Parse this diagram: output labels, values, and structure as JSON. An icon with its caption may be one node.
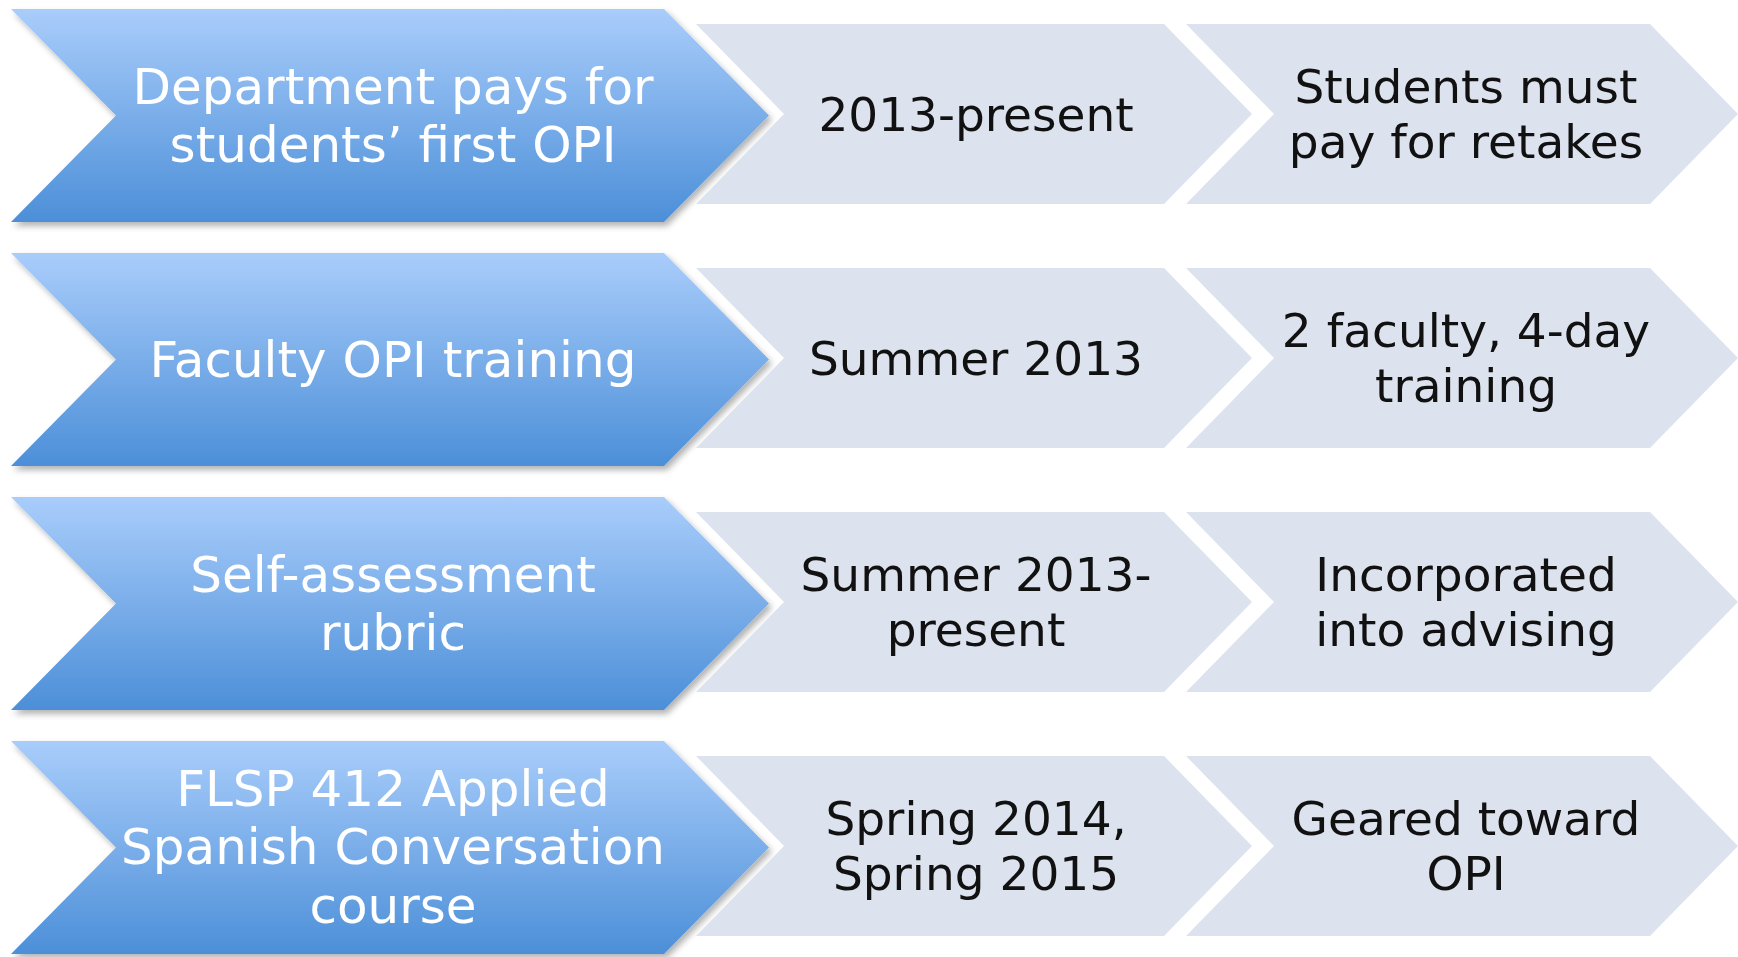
{
  "diagram": {
    "nodes": [
      {
        "text": [
          "Department pays for students’ first OPI"
        ]
      },
      {
        "text": [
          "2013-present"
        ]
      },
      {
        "text": [
          "Students must pay for retakes"
        ]
      },
      {
        "text": [
          "Faculty OPI training"
        ]
      },
      {
        "text": [
          "Summer 2013"
        ]
      },
      {
        "text": [
          "2 faculty, 4-day training"
        ]
      },
      {
        "text": [
          "Self-assessment rubric"
        ]
      },
      {
        "text": [
          "Summer 2013-present"
        ]
      },
      {
        "text": [
          "Incorporated into advising"
        ]
      },
      {
        "text": [
          "FLSP 412 Applied Spanish Conversation course"
        ]
      },
      {
        "text": [
          "Spring 2014, Spring 2015"
        ]
      },
      {
        "text": [
          "Geared toward OPI"
        ]
      }
    ]
  }
}
